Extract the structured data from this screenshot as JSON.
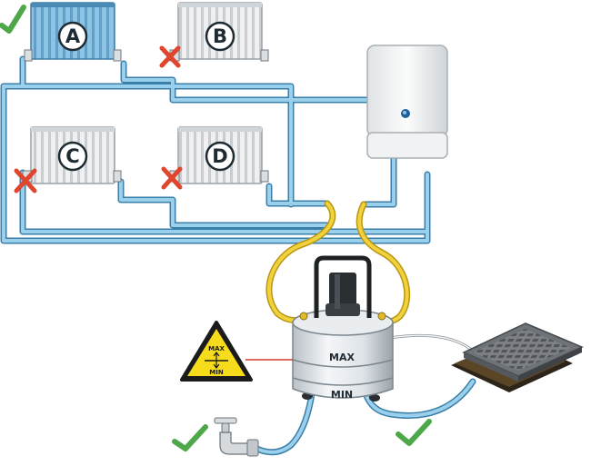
{
  "radiators": [
    {
      "label": "A",
      "state": "selected",
      "status": "ok"
    },
    {
      "label": "B",
      "state": "closed",
      "status": "blocked"
    },
    {
      "label": "C",
      "state": "closed",
      "status": "blocked"
    },
    {
      "label": "D",
      "state": "closed",
      "status": "blocked"
    }
  ],
  "flush_unit": {
    "max_label": "MAX",
    "min_label": "MIN"
  },
  "warning_sign": {
    "max_label": "MAX",
    "min_label": "MIN"
  },
  "colors": {
    "pipe": "#8fc3e0",
    "pipe_dark": "#3a7fa9",
    "hose_yellow": "#f2d23c",
    "radiator_active": "#8dc4e6",
    "radiator_idle": "#e9ebec",
    "cross": "#e0452d",
    "tick": "#4ea84a",
    "warning": "#f7dc1b"
  },
  "icons": [
    "check-icon",
    "cross-icon",
    "tap-icon",
    "drain-cover-icon",
    "boiler-icon"
  ]
}
